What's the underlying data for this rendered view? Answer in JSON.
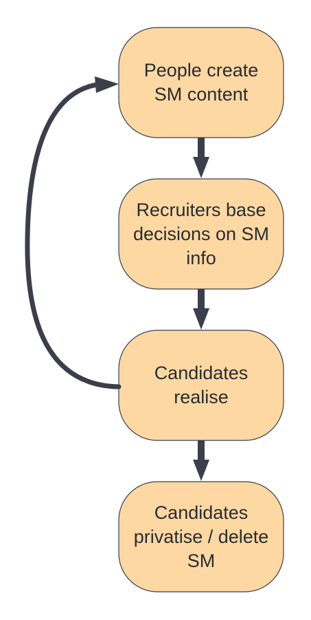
{
  "diagram": {
    "nodes": [
      {
        "id": "n1",
        "label": "People create\nSM content"
      },
      {
        "id": "n2",
        "label": "Recruiters base\ndecisions on SM\ninfo"
      },
      {
        "id": "n3",
        "label": "Candidates\nrealise"
      },
      {
        "id": "n4",
        "label": "Candidates\nprivatise / delete\nSM"
      }
    ],
    "edges": [
      {
        "from": "n1",
        "to": "n2"
      },
      {
        "from": "n2",
        "to": "n3"
      },
      {
        "from": "n3",
        "to": "n4"
      },
      {
        "from": "n3",
        "to": "n1",
        "style": "curved-loop-left"
      }
    ],
    "colors": {
      "node_fill": "#fdd8a2",
      "node_stroke": "#3a3f4b",
      "edge": "#3a3f4b",
      "text": "#282c35"
    }
  }
}
